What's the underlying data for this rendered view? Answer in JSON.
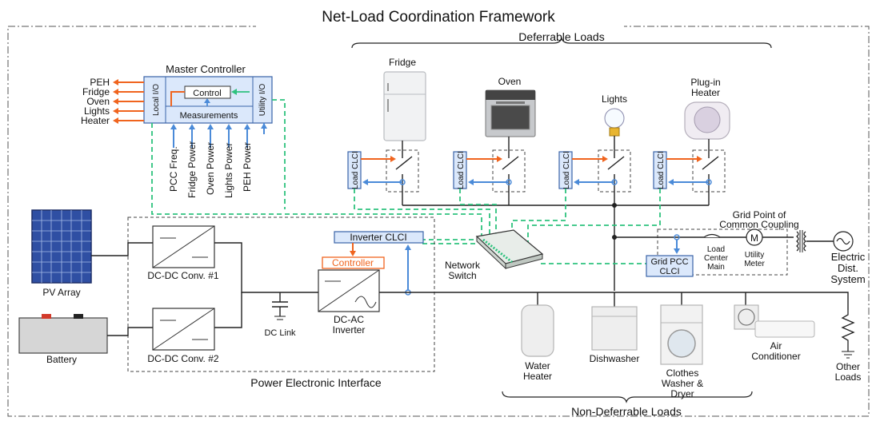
{
  "title": "Net-Load Coordination Framework",
  "sections": {
    "deferrable": "Deferrable Loads",
    "non_deferrable": "Non-Deferrable Loads",
    "power_electronic": "Power Electronic Interface"
  },
  "master_controller": {
    "title": "Master Controller",
    "local_io": "Local I/O",
    "utility_io": "Utility I/O",
    "control": "Control",
    "measurements": "Measurements",
    "outputs": [
      "PEH",
      "Fridge",
      "Oven",
      "Lights",
      "Heater"
    ],
    "inputs": [
      "PCC Freq.",
      "Fridge Power",
      "Oven Power",
      "Lights Power",
      "PEH Power"
    ]
  },
  "deferrable_loads": {
    "fridge": "Fridge",
    "oven": "Oven",
    "lights": "Lights",
    "heater_line1": "Plug-in",
    "heater_line2": "Heater",
    "clci_label": "Load CLCI"
  },
  "sources": {
    "pv": "PV Array",
    "battery": "Battery",
    "dcdc1": "DC-DC Conv. #1",
    "dcdc2": "DC-DC Conv. #2",
    "dc_link": "DC Link",
    "inverter_line1": "DC-AC",
    "inverter_line2": "Inverter",
    "inverter_clci": "Inverter CLCI",
    "controller": "Controller"
  },
  "network_switch": {
    "line1": "Network",
    "line2": "Switch"
  },
  "grid": {
    "pcc_line1": "Grid Point of",
    "pcc_line2": "Common Coupling",
    "load_center_1": "Load",
    "load_center_2": "Center",
    "load_center_3": "Main",
    "meter_1": "Utility",
    "meter_2": "Meter",
    "meter_symbol": "M",
    "grid_pcc_clci_1": "Grid PCC",
    "grid_pcc_clci_2": "CLCI",
    "electric_1": "Electric",
    "electric_2": "Dist.",
    "electric_3": "System"
  },
  "non_deferrable_loads": {
    "water_heater_1": "Water",
    "water_heater_2": "Heater",
    "dishwasher": "Dishwasher",
    "washer_1": "Clothes",
    "washer_2": "Washer &",
    "washer_3": "Dryer",
    "ac_1": "Air",
    "ac_2": "Conditioner",
    "other_1": "Other",
    "other_2": "Loads"
  },
  "colors": {
    "network_link": "#2ec27e",
    "measurement_arrow": "#4a8ad8",
    "command_arrow": "#f0641e",
    "clci_fill": "#dbe8fb",
    "clci_stroke": "#3a63a8"
  }
}
